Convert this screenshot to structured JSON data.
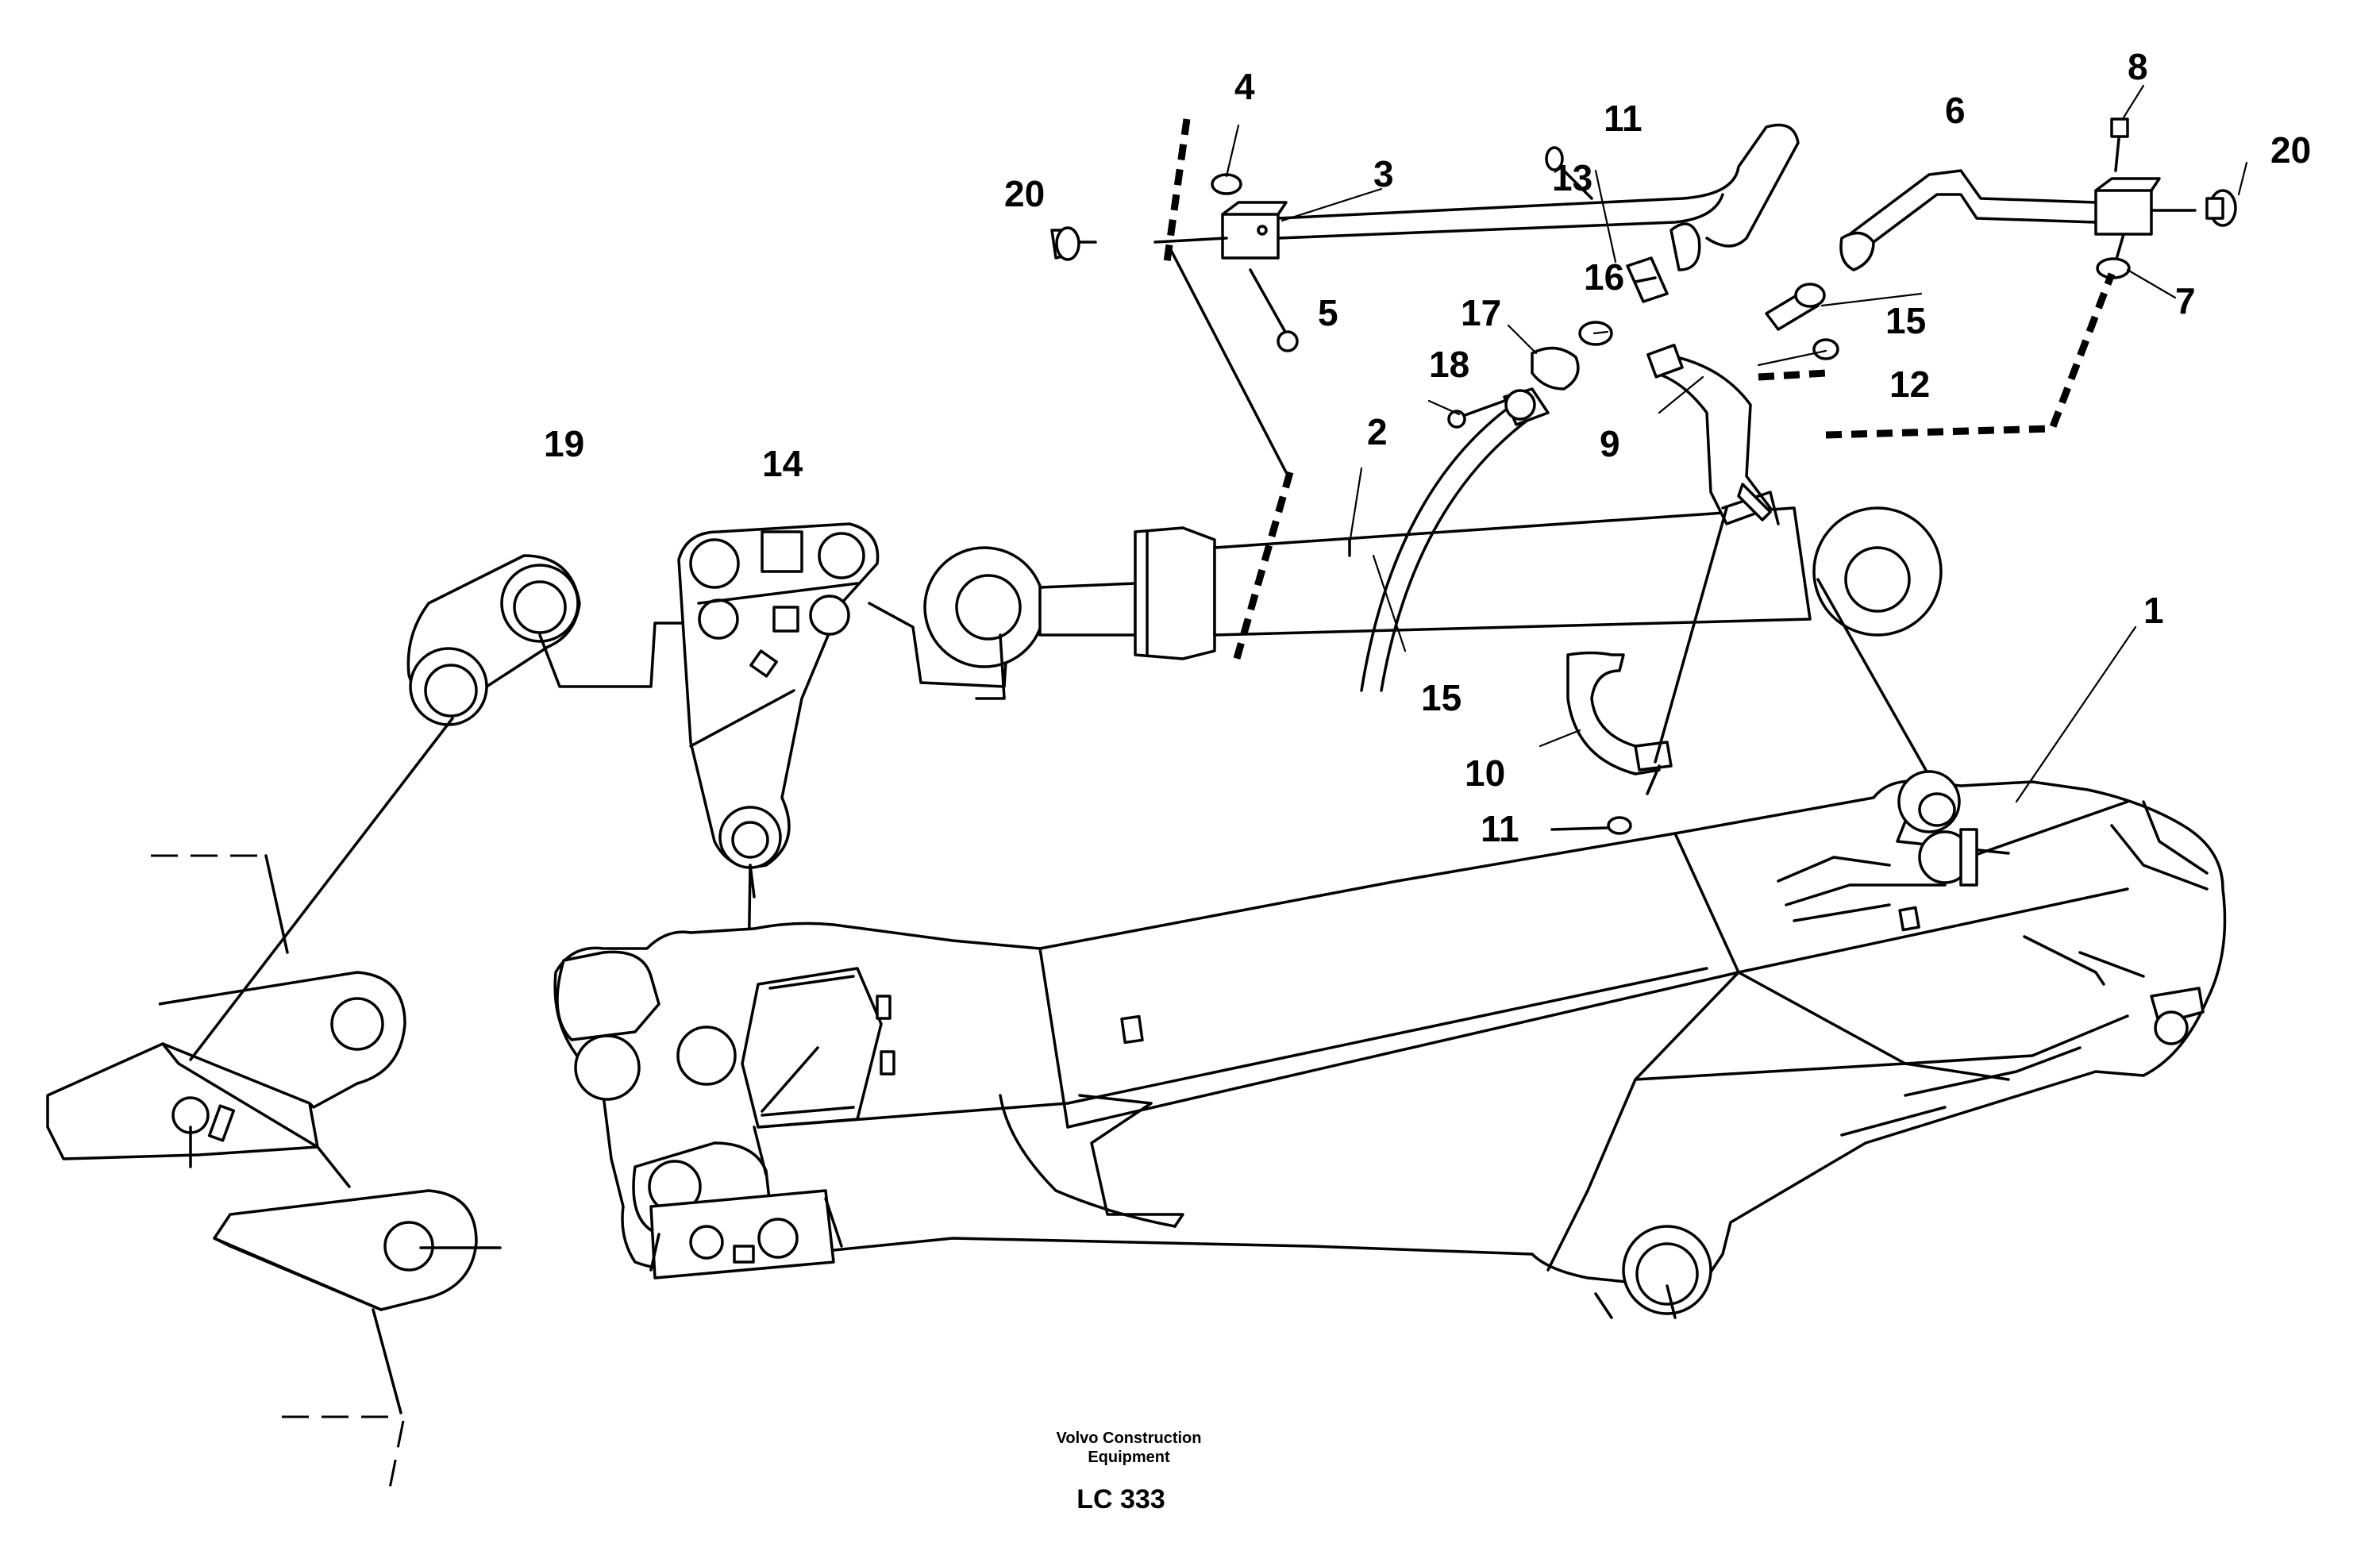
{
  "callouts": {
    "n1": "1",
    "n2": "2",
    "n3": "3",
    "n4": "4",
    "n5": "5",
    "n6": "6",
    "n7": "7",
    "n8": "8",
    "n9": "9",
    "n10": "10",
    "n11a": "11",
    "n11b": "11",
    "n12": "12",
    "n13": "13",
    "n14": "14",
    "n15a": "15",
    "n15b": "15",
    "n16": "16",
    "n17": "17",
    "n18": "18",
    "n19": "19",
    "n20a": "20",
    "n20b": "20"
  },
  "caption": {
    "company_line1": "Volvo Construction",
    "company_line2": "Equipment",
    "code": "LC 333"
  }
}
